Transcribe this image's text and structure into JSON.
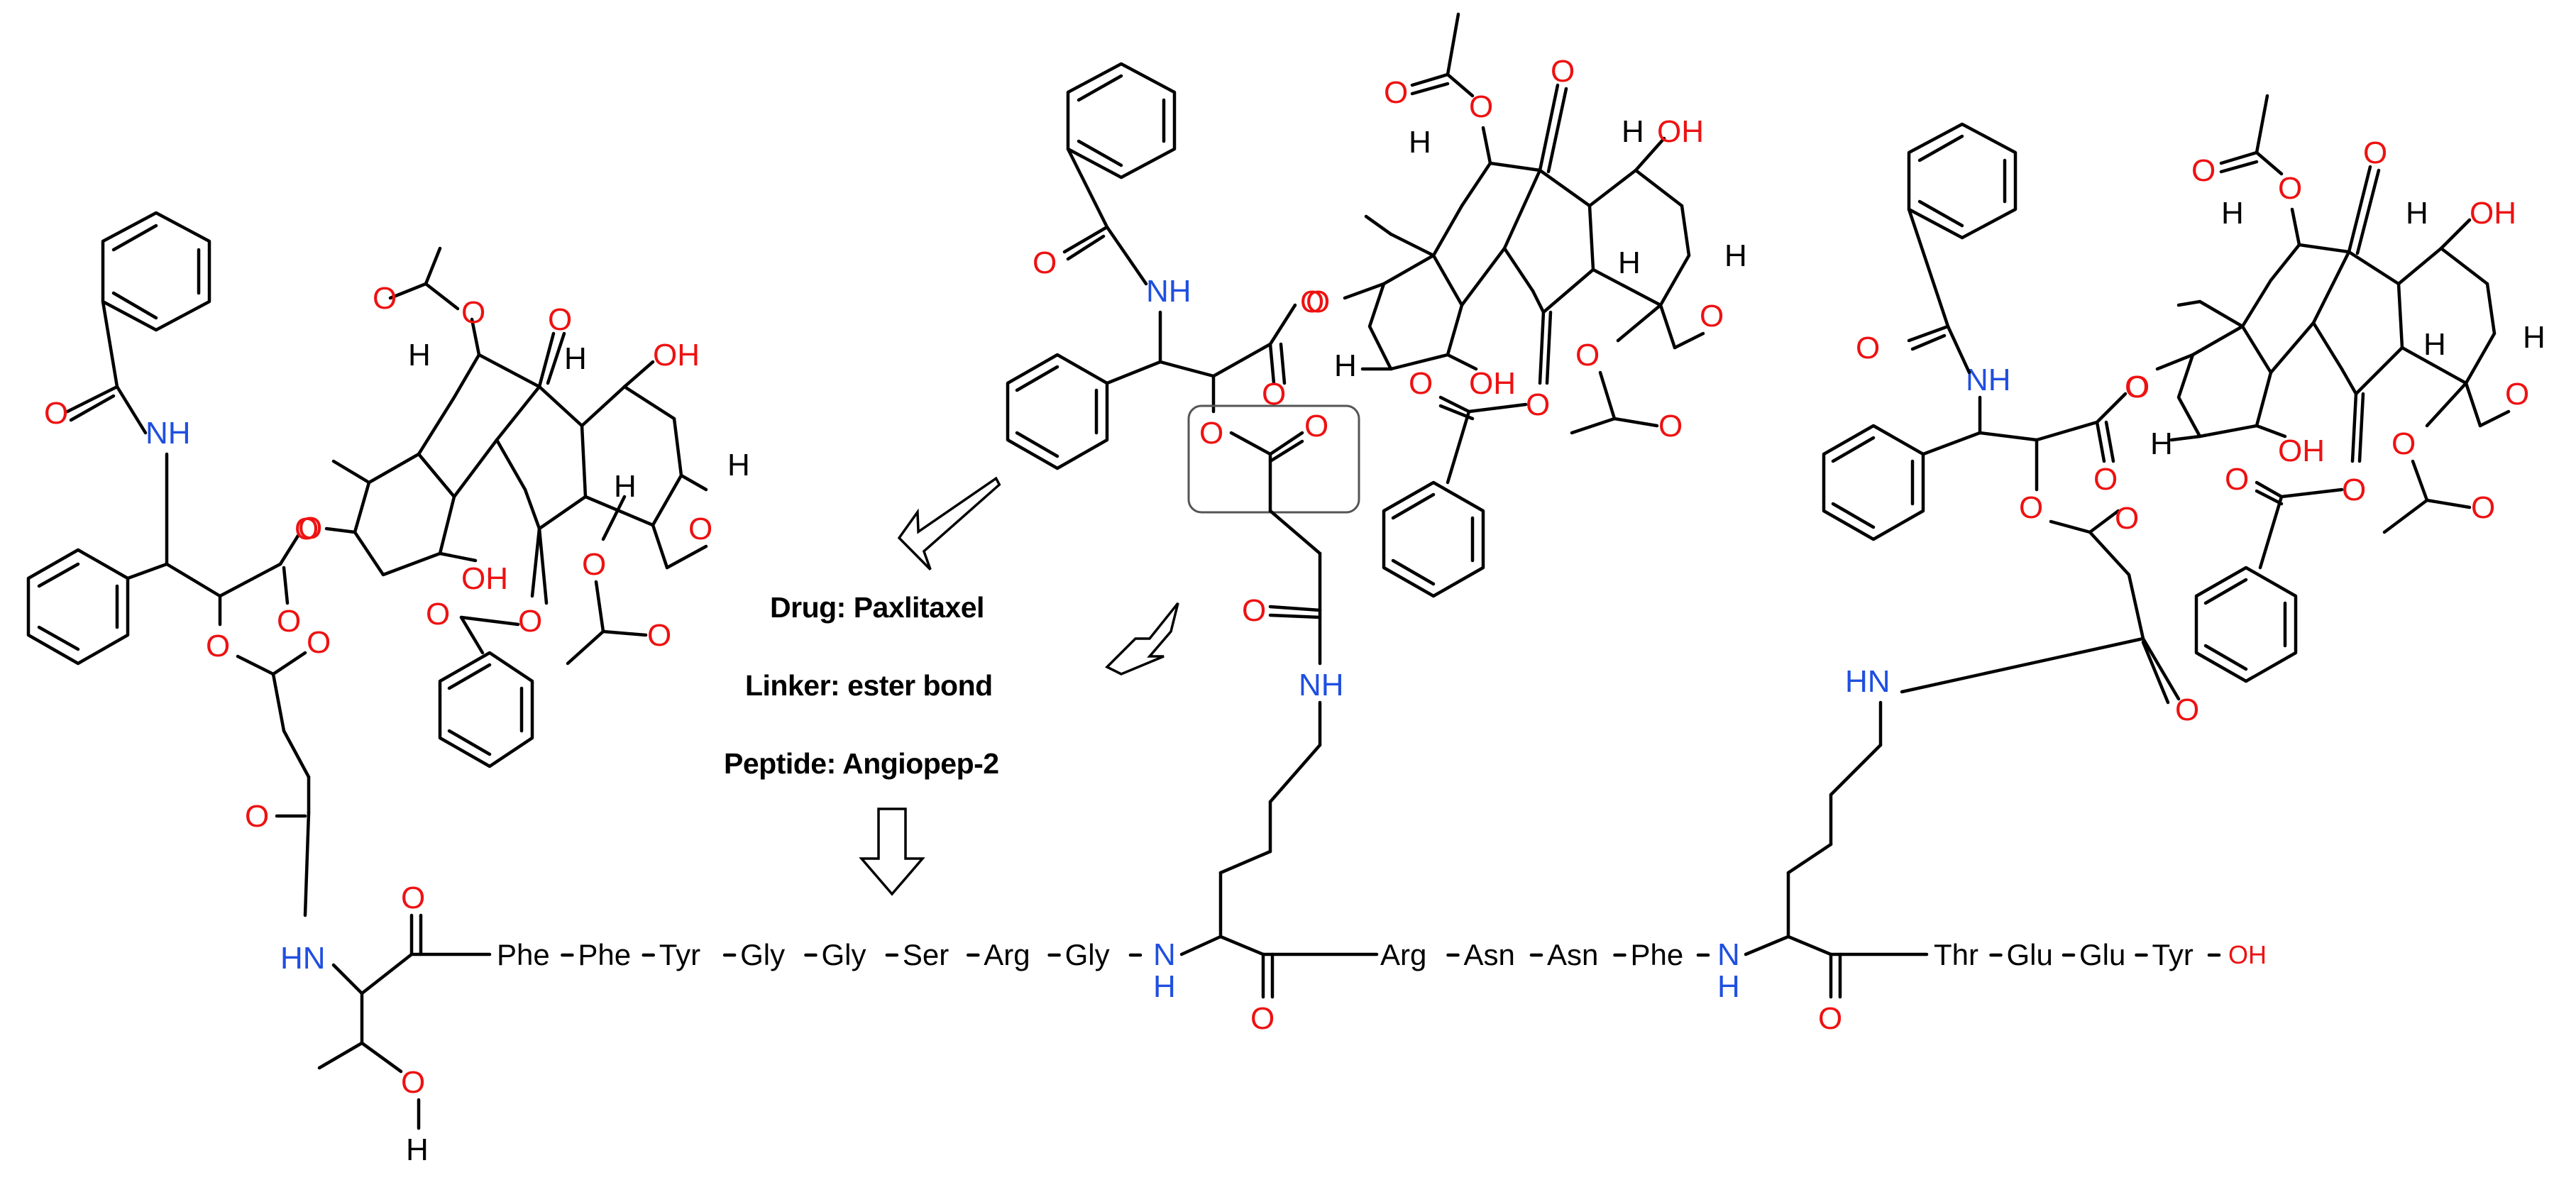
{
  "labels": {
    "drug": "Drug: Paxlitaxel",
    "linker": "Linker: ester bond",
    "peptide": "Peptide: Angiopep-2"
  },
  "peptide_chain": {
    "residues_segment_1": [
      "Phe",
      "Phe",
      "Tyr",
      "Gly",
      "Gly",
      "Ser",
      "Arg",
      "Gly"
    ],
    "residues_segment_2": [
      "Arg",
      "Asn",
      "Asn",
      "Phe"
    ],
    "residues_segment_3": [
      "Thr",
      "Glu",
      "Glu",
      "Tyr"
    ],
    "c_terminus": "OH"
  },
  "atoms": {
    "oxygen": "O",
    "nitrogen_amide": "NH",
    "nitrogen_imine": "HN",
    "nitrogen": "N",
    "hydrogen": "H",
    "hydroxyl": "OH"
  },
  "colors": {
    "oxygen": "#ee1111",
    "nitrogen": "#1f4fe0",
    "bond": "#000000",
    "background": "#ffffff"
  }
}
